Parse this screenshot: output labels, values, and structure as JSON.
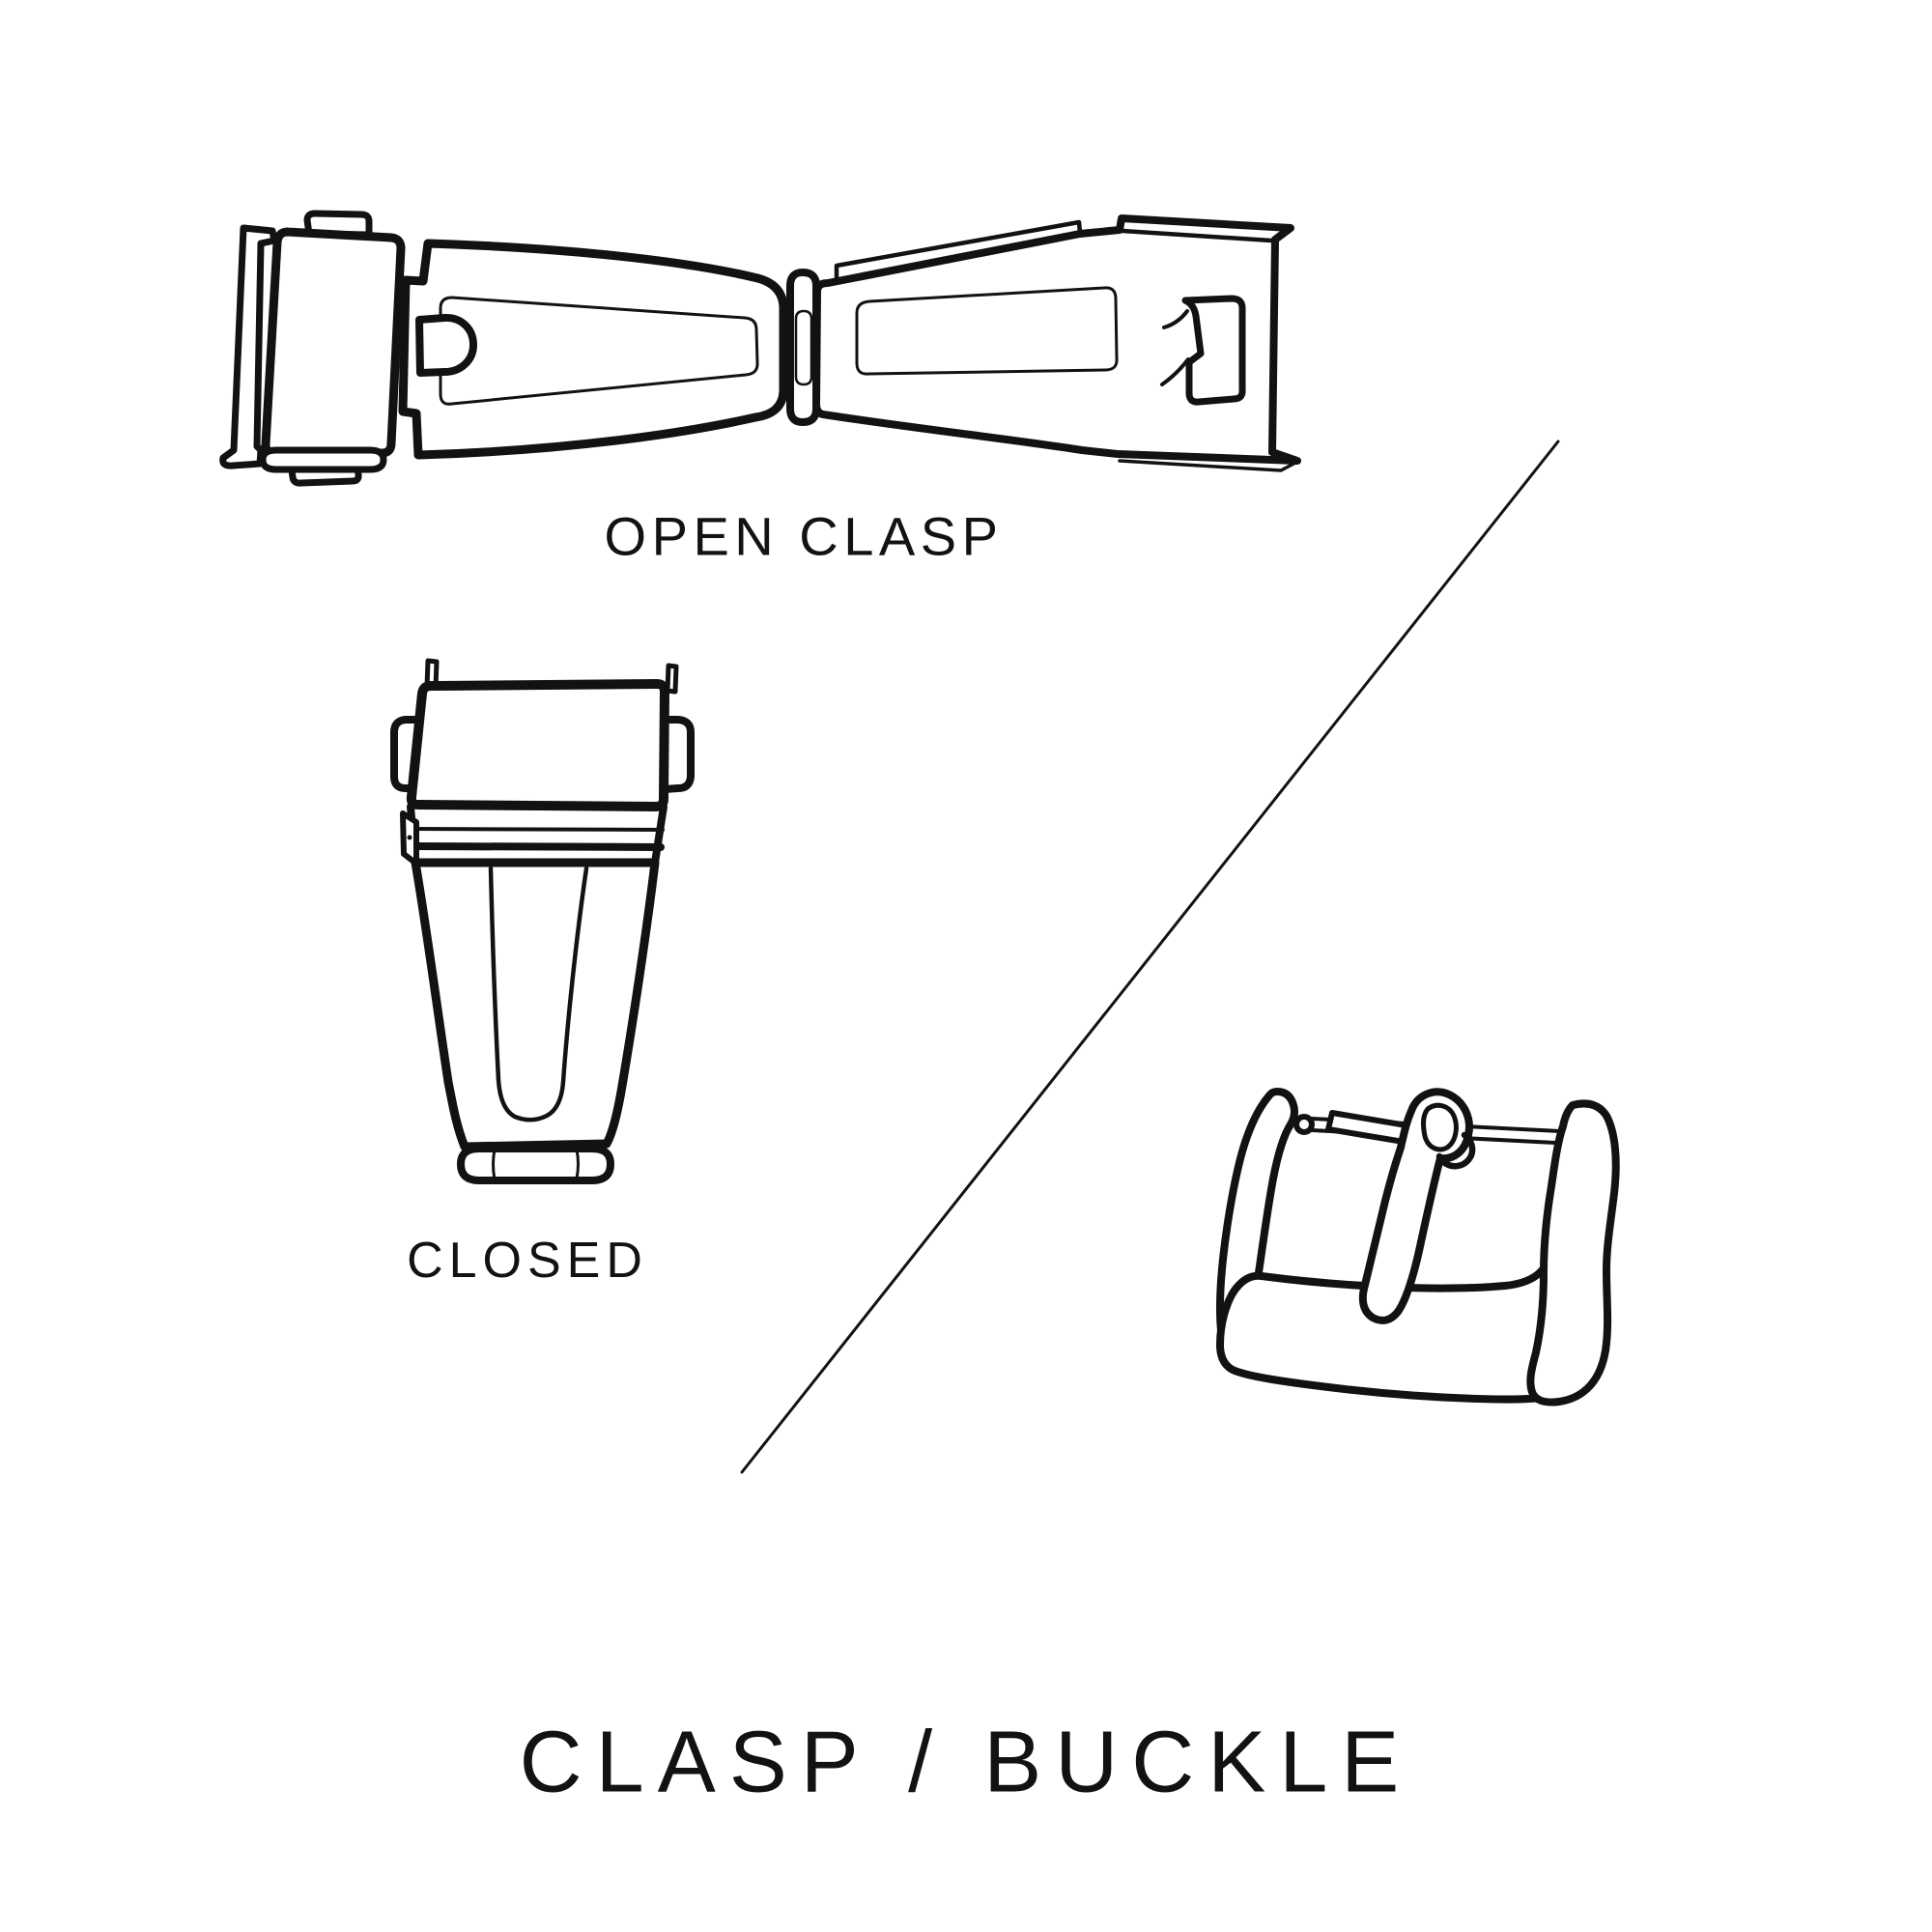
{
  "page": {
    "background": "#ffffff",
    "ink": "#121212"
  },
  "labels": {
    "open_clasp": "OPEN CLASP",
    "closed": "CLOSED"
  },
  "title": {
    "text": "CLASP / BUCKLE"
  },
  "illustrations": {
    "open_clasp": "open watch clasp line drawing",
    "closed_clasp": "closed watch clasp line drawing",
    "buckle": "watch strap pin buckle line drawing",
    "divider": "diagonal divider line"
  }
}
